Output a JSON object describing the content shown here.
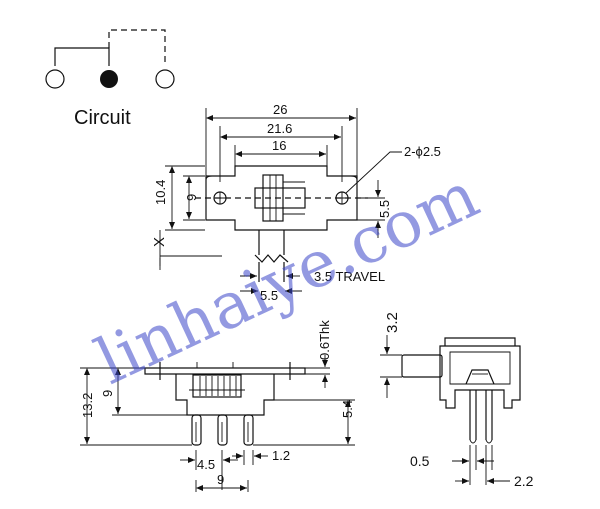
{
  "circuit": {
    "label": "Circuit"
  },
  "dimensions": {
    "top_view": {
      "overall_width": "26",
      "mount_span": "21.6",
      "body_width": "16",
      "holes": "2-ϕ2.5",
      "height": "10.4",
      "hole_pitch": "9",
      "half_height": "5.5",
      "x": "X",
      "travel": "3.5 TRAVEL",
      "actuator": "5.5"
    },
    "front_view": {
      "thickness": "0.6Thk",
      "overall_height": "13.2",
      "body_height": "9",
      "pin_length": "5.4",
      "pin_pitch": "4.5",
      "pin_width": "1.2",
      "pin_span": "9"
    },
    "side_view": {
      "actuator_height": "3.2",
      "pin_thickness": "0.5",
      "pin_spacing": "2.2"
    }
  },
  "watermark": "linhaiye.com"
}
